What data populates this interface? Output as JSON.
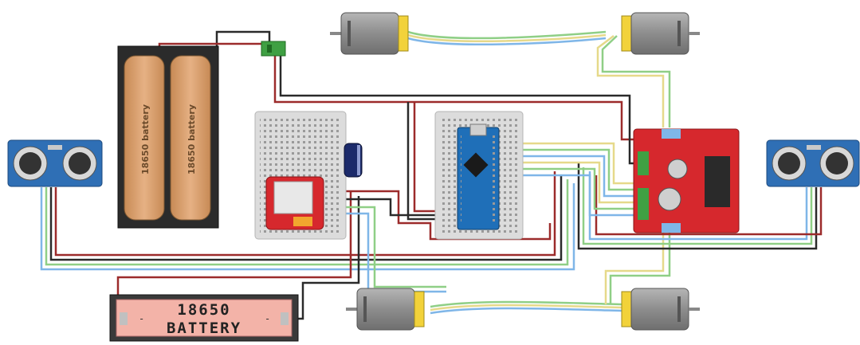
{
  "battery_pack": {
    "cells": [
      {
        "label": "18650 battery"
      },
      {
        "label": "18650 battery"
      }
    ]
  },
  "battery_single": {
    "line1": "18650",
    "line2": "BATTERY",
    "minus": "-",
    "plus": "-"
  },
  "colors": {
    "wire_red": "#9c2b2b",
    "wire_black": "#2a2a2a",
    "wire_blue": "#7fb6e8",
    "wire_green": "#8fcf86",
    "wire_yellow": "#e6d98a",
    "motor_body": "#9a9a9a",
    "motor_cap": "#f2d23a",
    "sensor_blue": "#2f6fb5",
    "driver_red": "#d6282d",
    "nano_blue": "#1f6fb8",
    "breadboard": "#dcdcdc"
  }
}
